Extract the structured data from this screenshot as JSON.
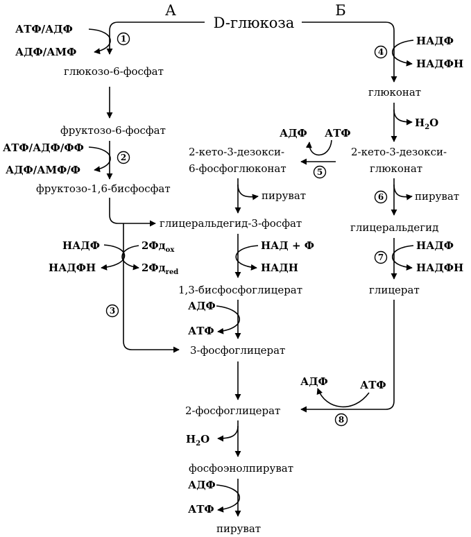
{
  "headers": {
    "path_a": "А",
    "path_b": "Б",
    "start": "D-глюкоза"
  },
  "metabolites": {
    "g6p": "глюкозо-6-фосфат",
    "f6p": "фруктозо-6-фосфат",
    "f16bp": "фруктозо-1,6-бисфосфат",
    "gap": "глицеральдегид-3-фосфат",
    "bpg13": "1,3-бисфосфоглицерат",
    "pg3": "3-фосфоглицерат",
    "pg2": "2-фосфоглицерат",
    "pep": "фосфоэнолпируват",
    "pyruvate_end": "пируват",
    "gluconate": "глюконат",
    "kdg_line1": "2-кето-3-дезокси-",
    "kdg_line2": "глюконат",
    "kdpg_line1": "2-кето-3-дезокси-",
    "kdpg_line2": "6-фосфоглюконат",
    "glyceraldehyde": "глицеральдегид",
    "glycerate": "глицерат"
  },
  "cofactors": {
    "r1_in": "АТФ/АДФ",
    "r1_out": "АДФ/АМФ",
    "r2_in": "АТФ/АДФ/ФФ",
    "r2_out": "АДФ/АМФ/Ф",
    "r3_nadp": "НАДФ",
    "r3_nadph": "НАДФН",
    "r3_fd_ox": "2Фд",
    "r3_fd_ox_sub": "ox",
    "r3_fd_red": "2Фд",
    "r3_fd_red_sub": "red",
    "gap_in": "НАД + Ф",
    "gap_out": "НАДН",
    "bpg_in": "АДФ",
    "bpg_out": "АТФ",
    "pg2_out": "Н",
    "pg2_out_sub": "2",
    "pg2_out_tail": "О",
    "pep_in": "АДФ",
    "pep_out": "АТФ",
    "r4_in": "НАДФ",
    "r4_out": "НАДФН",
    "gluconate_out": "Н",
    "gluconate_out_sub": "2",
    "gluconate_out_tail": "О",
    "r5_in": "АТФ",
    "r5_out": "АДФ",
    "kdpg_pyruvate": "пируват",
    "r6_pyruvate": "пируват",
    "r7_in": "НАДФ",
    "r7_out": "НАДФН",
    "r8_in": "АТФ",
    "r8_out": "АДФ"
  },
  "reactions": {
    "r1": "1",
    "r2": "2",
    "r3": "3",
    "r4": "4",
    "r5": "5",
    "r6": "6",
    "r7": "7",
    "r8": "8"
  }
}
